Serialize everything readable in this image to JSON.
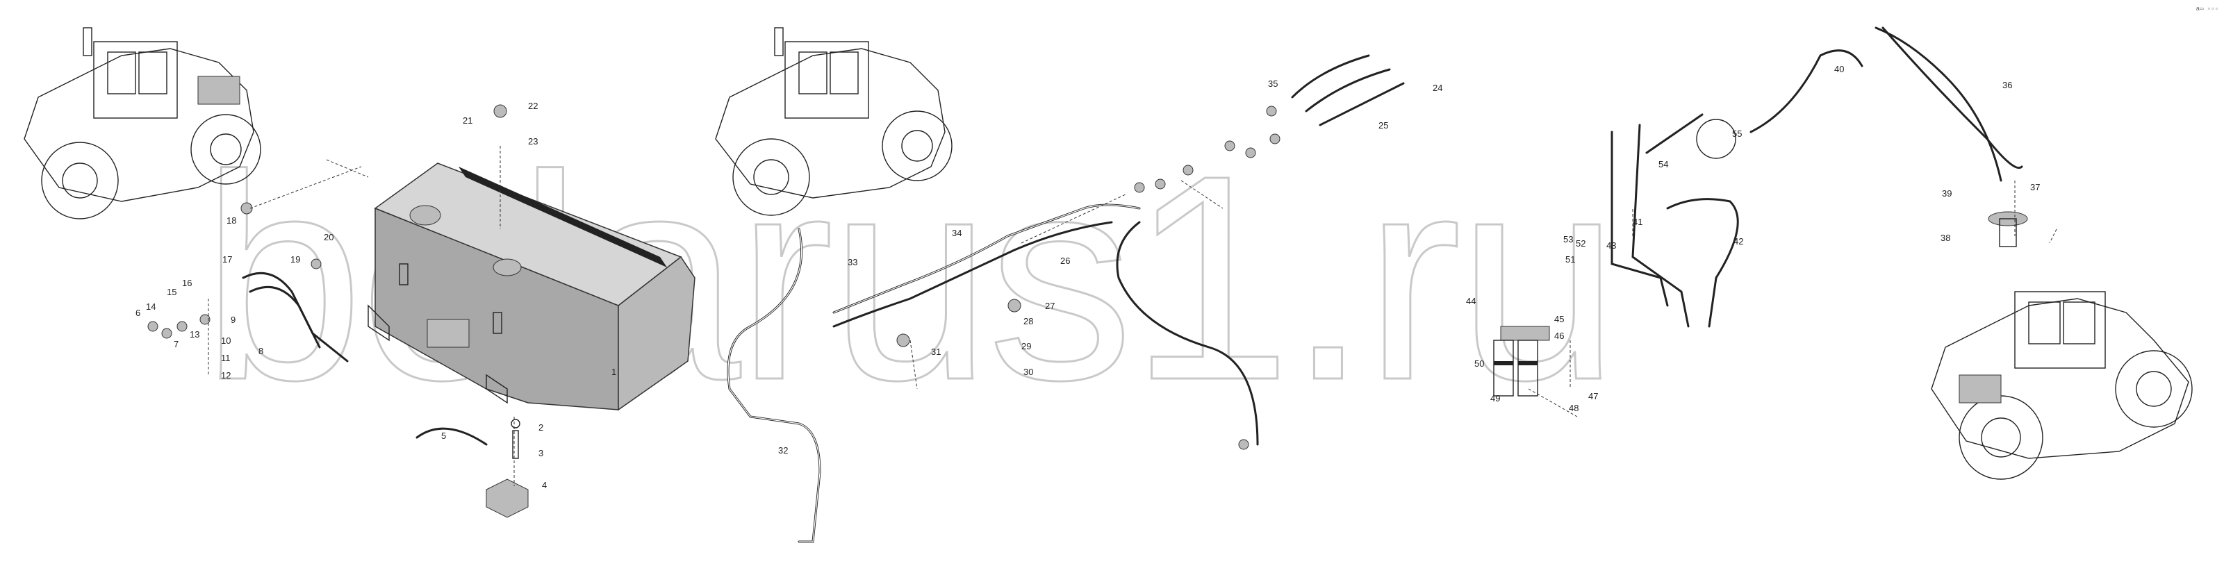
{
  "page_code": "a▭ ▫▫▫",
  "watermark": {
    "text": "belarus1.ru",
    "logo_lettering": true
  },
  "callouts": [
    "1",
    "2",
    "3",
    "4",
    "5",
    "6",
    "7",
    "8",
    "9",
    "10",
    "11",
    "12",
    "13",
    "14",
    "15",
    "16",
    "17",
    "18",
    "19",
    "20",
    "21",
    "22",
    "23",
    "24",
    "25",
    "26",
    "27",
    "28",
    "29",
    "30",
    "31",
    "32",
    "33",
    "34",
    "35",
    "36",
    "37",
    "38",
    "39",
    "40",
    "41",
    "42",
    "43",
    "44",
    "45",
    "46",
    "47",
    "48",
    "49",
    "50",
    "51",
    "52",
    "53",
    "54",
    "55"
  ],
  "icons": [
    "tractor-illustration",
    "fuel-tank",
    "fuel-filter",
    "fuel-pipe",
    "clamp",
    "fitting",
    "bolt",
    "nut",
    "washer"
  ]
}
